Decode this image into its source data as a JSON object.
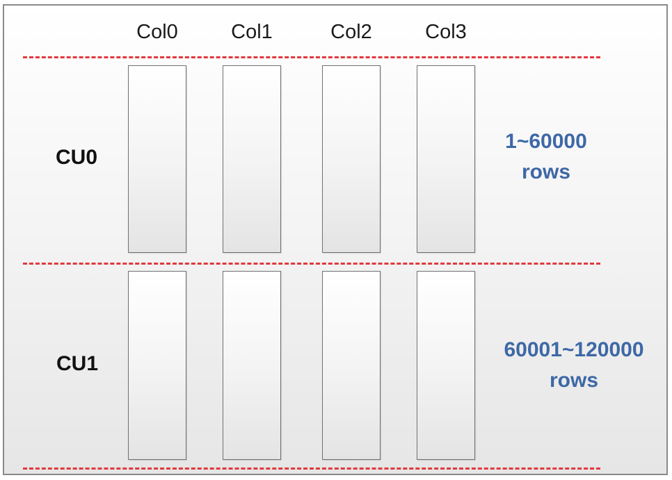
{
  "columns": [
    "Col0",
    "Col1",
    "Col2",
    "Col3"
  ],
  "compression_units": [
    {
      "label": "CU0",
      "range_line1": "1~60000",
      "range_line2": "rows"
    },
    {
      "label": "CU1",
      "range_line1": "60001~120000",
      "range_line2": "rows"
    }
  ],
  "colors": {
    "divider": "#e0393e",
    "range_text": "#3e68a6",
    "box_border": "#6f6f6f"
  }
}
